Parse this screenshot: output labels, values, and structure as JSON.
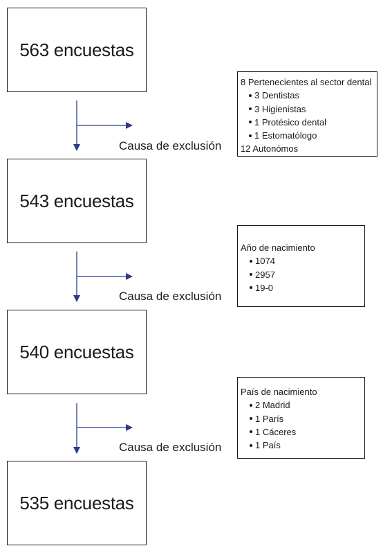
{
  "colors": {
    "arrow": "#2b3990",
    "border": "#1a1a1a",
    "text": "#1a1a1a"
  },
  "stages": [
    {
      "label": "563 encuestas"
    },
    {
      "label": "543 encuestas"
    },
    {
      "label": "540 encuestas"
    },
    {
      "label": "535 encuestas"
    }
  ],
  "exclusions": [
    {
      "cause_label": "Causa de exclusión",
      "details": {
        "heading": "8 Pertenecientes al sector dental",
        "items": [
          "3 Dentistas",
          "3 Higienistas",
          "1 Protésico dental",
          "1 Estomatólogo"
        ],
        "footer": "12 Autonómos"
      }
    },
    {
      "cause_label": "Causa de exclusión",
      "details": {
        "heading": "Año de nacimiento",
        "items": [
          "1074",
          "2957",
          "19-0"
        ]
      }
    },
    {
      "cause_label": "Causa de exclusión",
      "details": {
        "heading": "País de nacimiento",
        "items": [
          "2 Madrid",
          "1 París",
          "1 Cáceres",
          "1 País"
        ]
      }
    }
  ]
}
